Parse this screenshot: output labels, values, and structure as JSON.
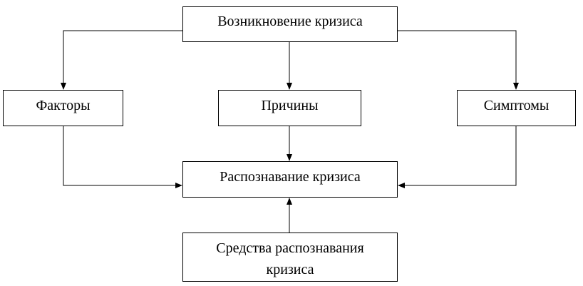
{
  "nodes": {
    "emergence": "Возникновение кризиса",
    "factors": "Факторы",
    "causes": "Причины",
    "symptoms": "Симптомы",
    "recognition": "Распознавание кризиса",
    "means": "Средства распознавания кризиса"
  },
  "colors": {
    "line": "#000000",
    "background": "#ffffff"
  }
}
